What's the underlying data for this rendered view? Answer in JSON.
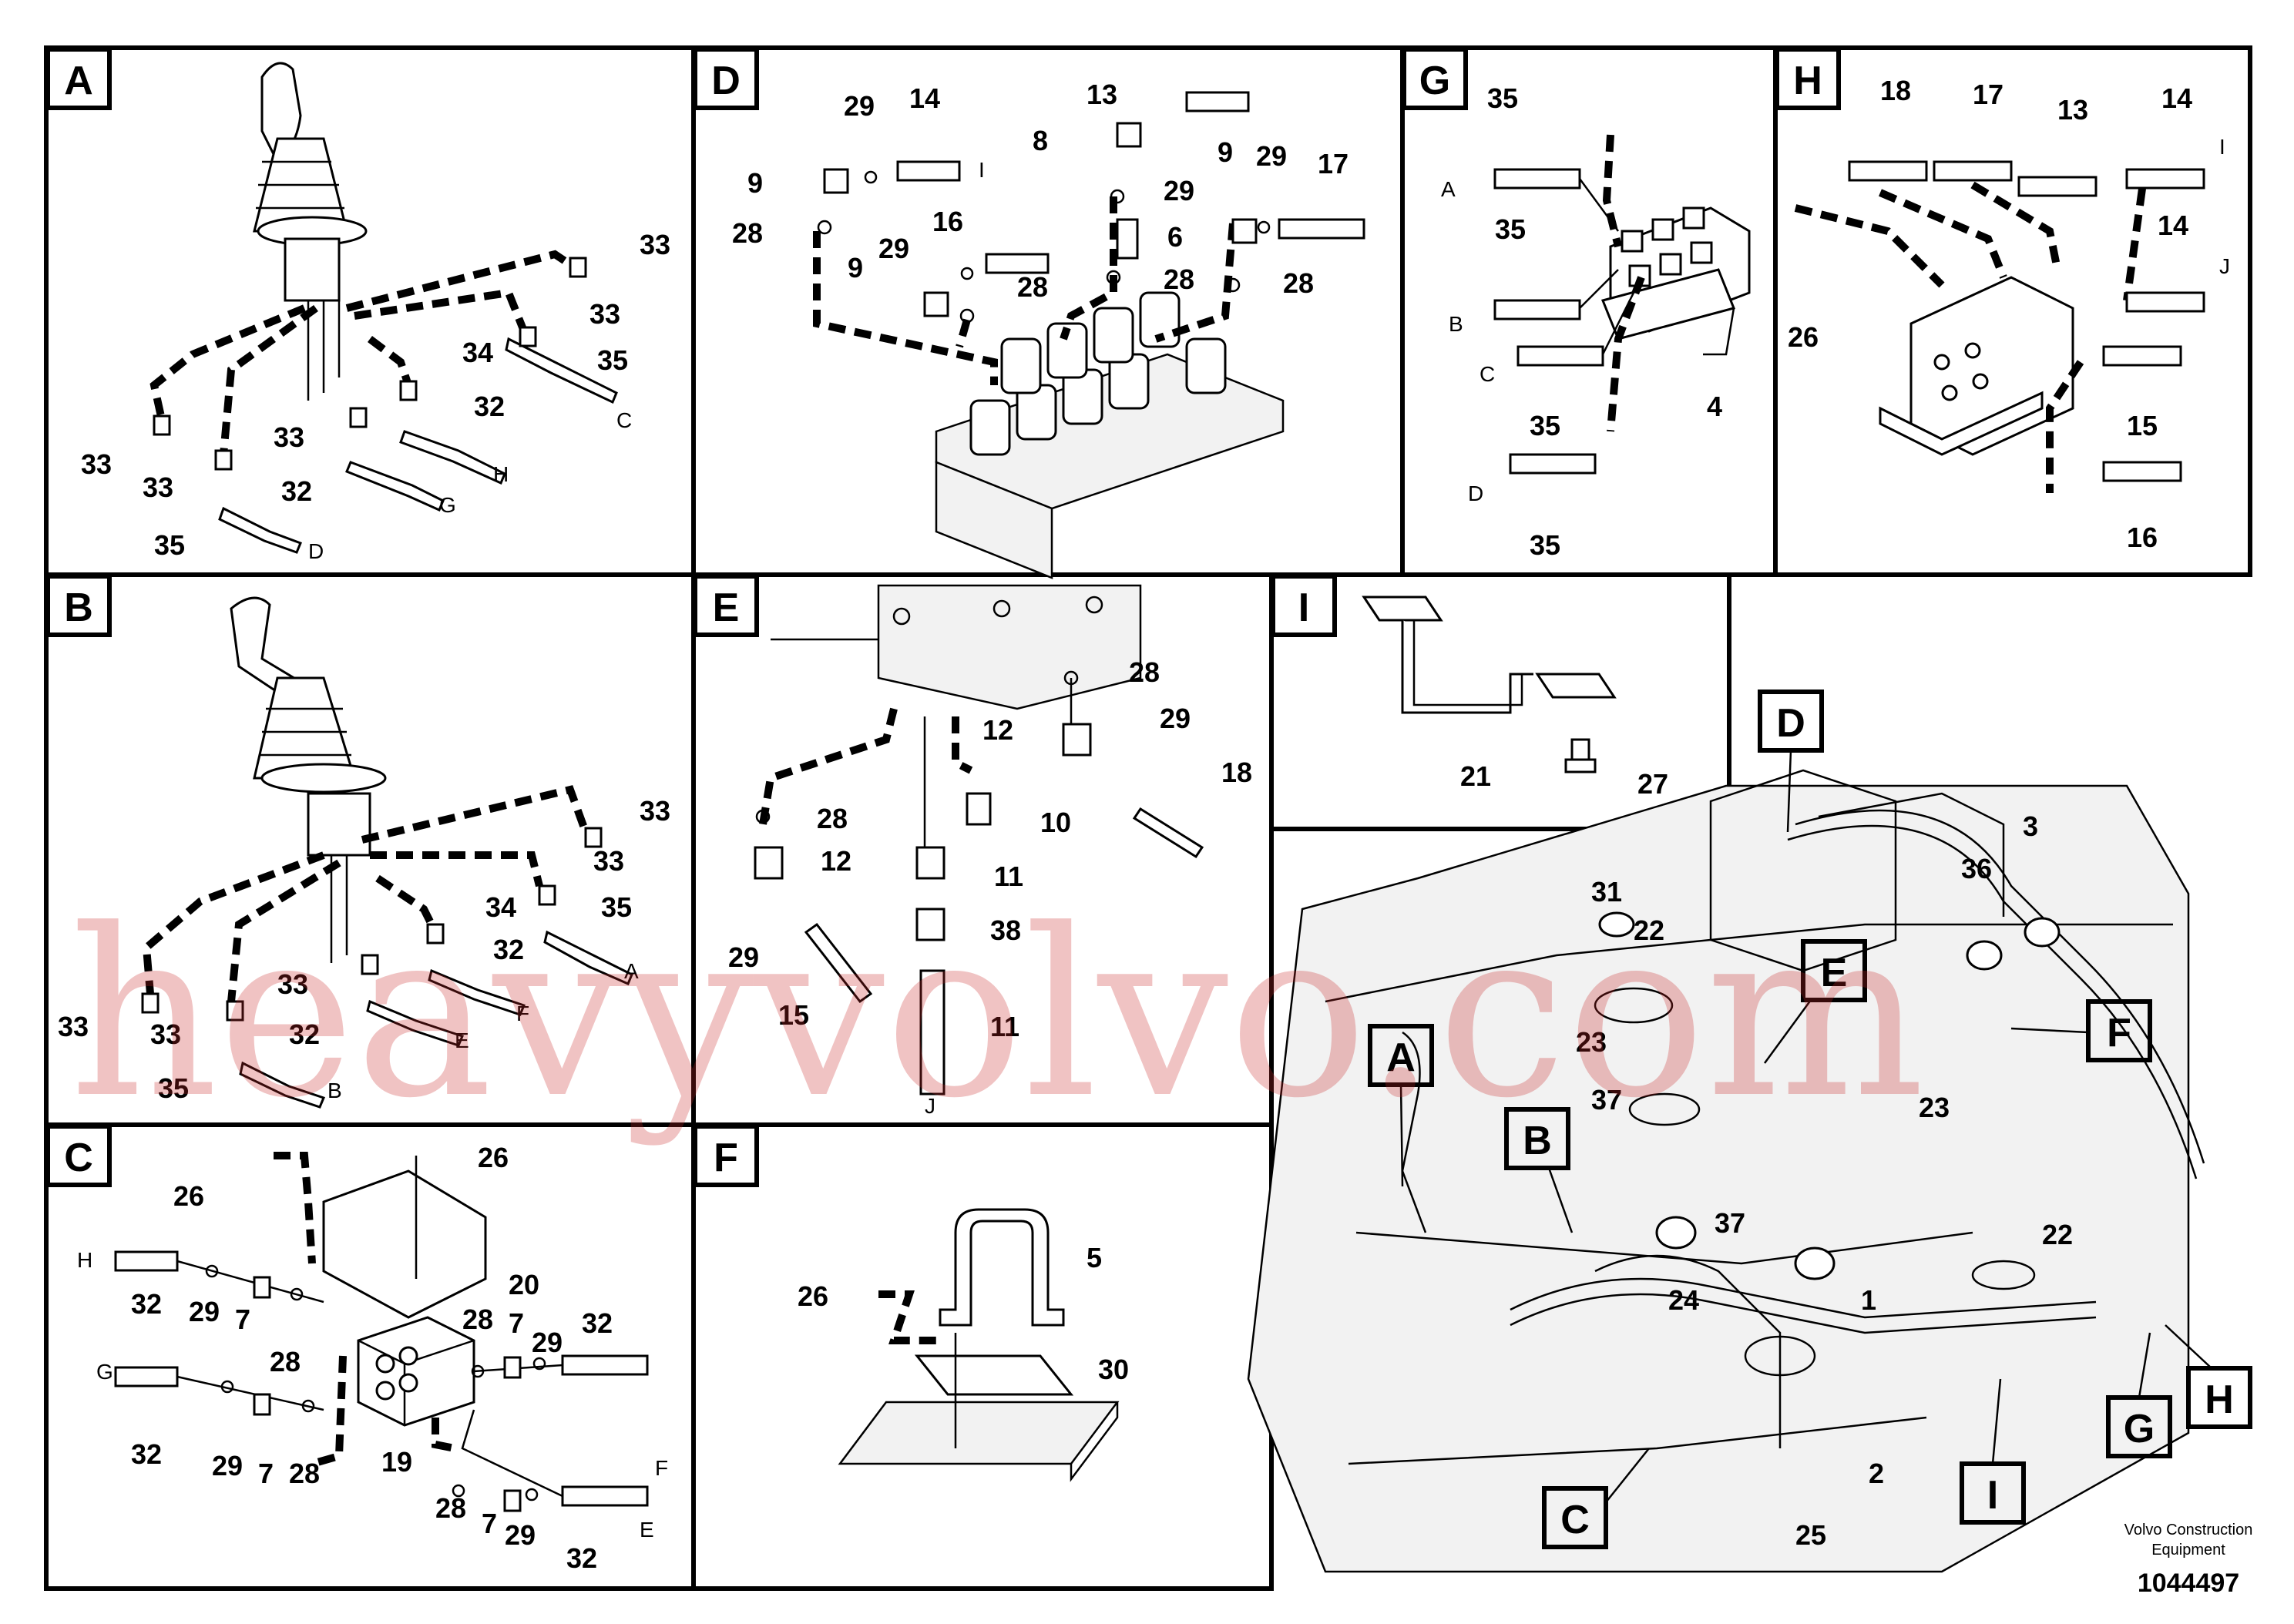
{
  "panels": {
    "A": {
      "letter": "A",
      "callouts": [
        "33",
        "33",
        "34",
        "35",
        "32",
        "33",
        "32",
        "33",
        "33",
        "35"
      ],
      "ends": [
        "C",
        "H",
        "G",
        "D"
      ]
    },
    "B": {
      "letter": "B",
      "callouts": [
        "33",
        "33",
        "34",
        "35",
        "32",
        "33",
        "32",
        "33",
        "33",
        "35"
      ],
      "ends": [
        "A",
        "F",
        "E",
        "B"
      ]
    },
    "C": {
      "letter": "C",
      "callouts": [
        "26",
        "26",
        "20",
        "28",
        "7",
        "29",
        "32",
        "32",
        "29",
        "7",
        "28",
        "19",
        "28",
        "7",
        "29",
        "32",
        "32",
        "29",
        "7",
        "28"
      ],
      "ends": [
        "H",
        "G",
        "F",
        "E"
      ]
    },
    "D": {
      "letter": "D",
      "callouts": [
        "29",
        "14",
        "13",
        "8",
        "9",
        "28",
        "29",
        "6",
        "16",
        "9",
        "29",
        "28",
        "28",
        "9",
        "29",
        "17",
        "28"
      ],
      "ends": [
        "I"
      ]
    },
    "E": {
      "letter": "E",
      "callouts": [
        "28",
        "12",
        "29",
        "18",
        "28",
        "10",
        "12",
        "11",
        "38",
        "29",
        "15",
        "11"
      ],
      "ends": [
        "J"
      ]
    },
    "F": {
      "letter": "F",
      "callouts": [
        "5",
        "26",
        "30"
      ]
    },
    "G": {
      "letter": "G",
      "callouts": [
        "35",
        "35",
        "35",
        "4",
        "35"
      ],
      "ends": [
        "A",
        "B",
        "C",
        "D"
      ]
    },
    "H": {
      "letter": "H",
      "callouts": [
        "18",
        "17",
        "13",
        "14",
        "14",
        "26",
        "15",
        "16"
      ],
      "ends": [
        "I",
        "J"
      ]
    },
    "I": {
      "letter": "I",
      "callouts": [
        "21",
        "27"
      ]
    }
  },
  "overview": {
    "markers": [
      "D",
      "E",
      "F",
      "A",
      "B",
      "C",
      "G",
      "H",
      "I"
    ],
    "callouts": [
      "31",
      "22",
      "36",
      "3",
      "23",
      "37",
      "37",
      "24",
      "23",
      "1",
      "22",
      "2",
      "25"
    ]
  },
  "watermark": "heavyvolvo.com",
  "footer": {
    "brand_line1": "Volvo Construction",
    "brand_line2": "Equipment",
    "figure_id": "1044497"
  }
}
